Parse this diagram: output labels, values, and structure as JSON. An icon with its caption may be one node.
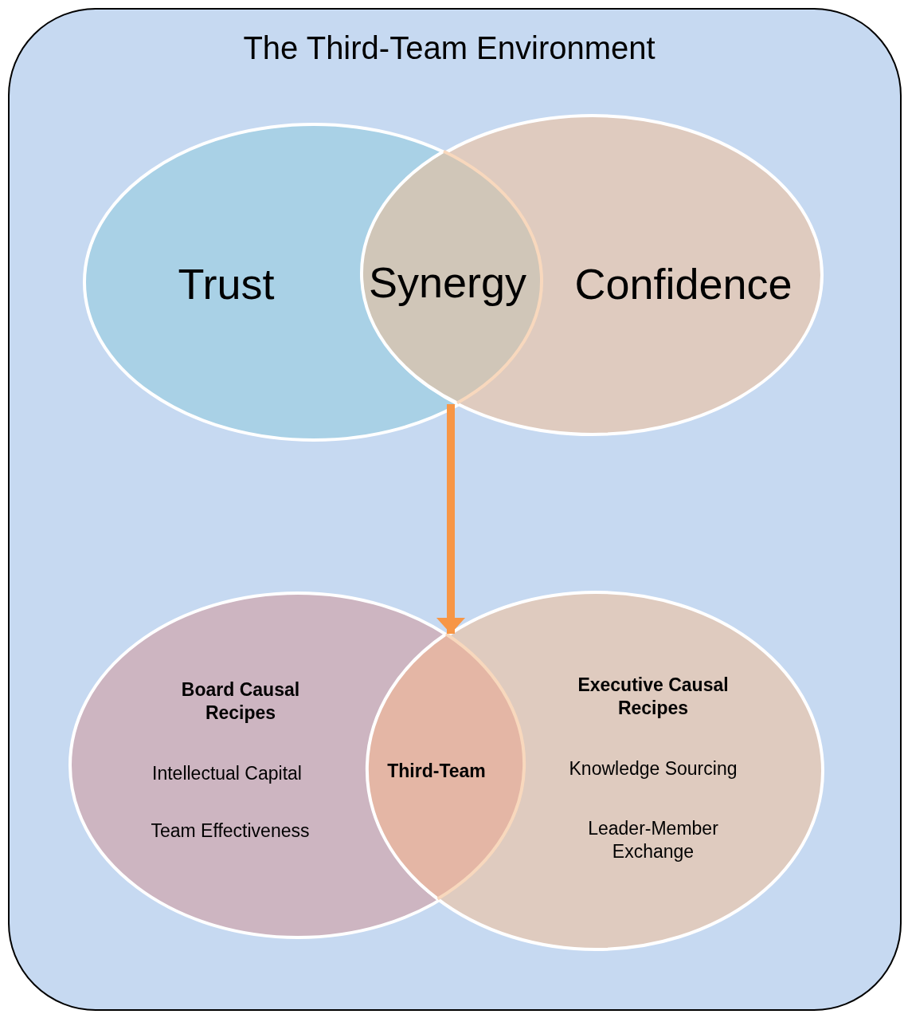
{
  "diagram": {
    "nodes": [
      {
        "text": [
          "The Third-Team Environment"
        ]
      },
      {
        "text": [
          "Trust"
        ],
        "in": 0
      },
      {
        "text": [
          "Synergy"
        ]
      },
      {
        "text": [
          "Confidence"
        ],
        "in": 0
      },
      {
        "text": [
          "Board Causal Recipes",
          "Intellectual Capital",
          "Team Effectiveness"
        ],
        "in": 0
      },
      {
        "text": [
          "Third-Team"
        ]
      },
      {
        "text": [
          "Executive Causal Recipes",
          "Knowledge Sourcing",
          "Leader-Member Exchange"
        ],
        "in": 0
      }
    ],
    "edges": [
      {
        "from": 2,
        "to": 5,
        "arrow": "to",
        "color": "#f79646"
      }
    ]
  }
}
